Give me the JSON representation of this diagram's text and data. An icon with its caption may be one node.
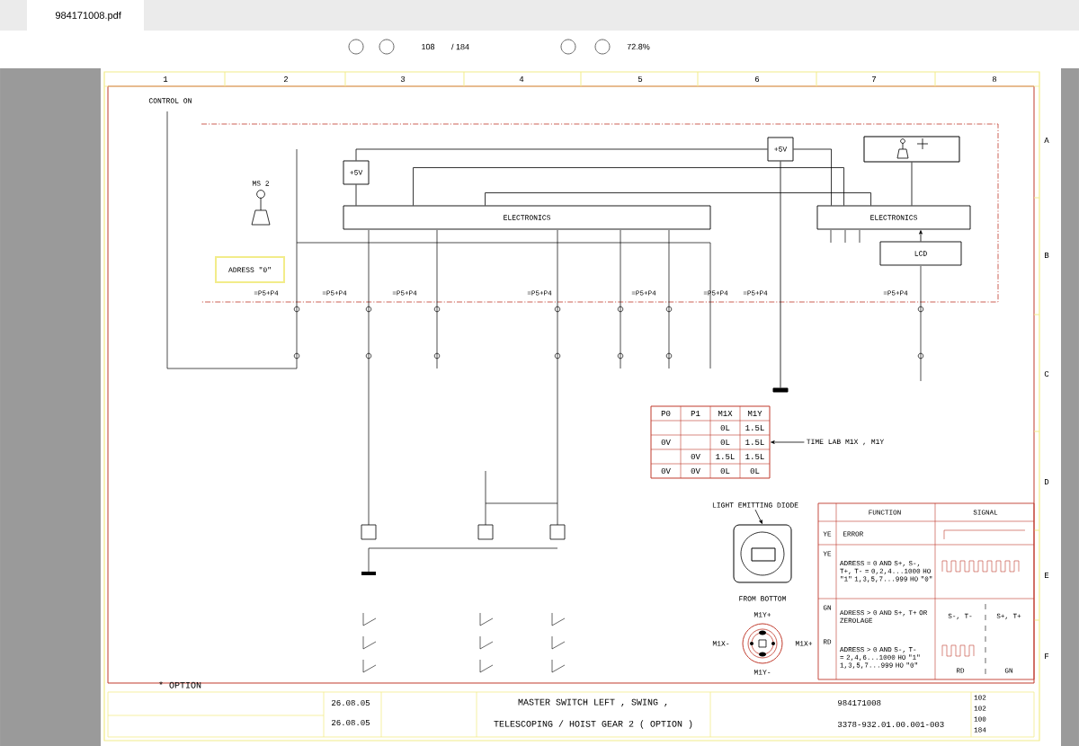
{
  "diagram": {
    "nodes": [
      {
        "text": [
          "+5V"
        ]
      },
      {
        "text": [
          "ELECTRONICS"
        ]
      },
      {
        "text": [
          "+5V"
        ]
      },
      {
        "text": [],
        "shape": "box"
      },
      {
        "text": [
          "ELECTRONICS"
        ]
      },
      {
        "text": [
          "LCD"
        ]
      },
      {
        "text": [
          "ADRESS \"0\""
        ]
      },
      {
        "text": [],
        "shape": "box"
      },
      {
        "text": [
          "TIME LAB M1X , M1Y"
        ]
      },
      {
        "text": [
          "LIGHT EMITTING DIODE"
        ]
      },
      {
        "text": [],
        "shape": "picture",
        "beside": [
          "FROM BOTTOM"
        ]
      },
      {
        "text": [],
        "shape": "circle",
        "beside": [
          "M1Y+",
          "M1X-",
          "M1X+",
          "M1Y-"
        ]
      },
      {
        "text": [],
        "shape": "bar"
      }
    ],
    "edges": [
      {
        "from": 0,
        "to": 1,
        "arrow": "none"
      },
      {
        "from": 2,
        "to": 4,
        "arrow": "none"
      },
      {
        "from": 3,
        "to": 4,
        "arrow": "none"
      },
      {
        "from": 5,
        "to": 4,
        "arrow": "to"
      },
      {
        "from": 0,
        "to": 2,
        "arrow": "none"
      },
      {
        "from": 8,
        "to": 7,
        "arrow": "to"
      },
      {
        "from": 9,
        "to": 10,
        "arrow": "to"
      },
      {
        "from": 1,
        "to": 4,
        "arrow": "none"
      },
      {
        "from": 1,
        "to": 4,
        "arrow": "none"
      },
      {
        "from": 2,
        "to": 12,
        "arrow": "none"
      }
    ],
    "labels": [
      "984171008.pdf",
      "108",
      "/ 184",
      "72.8%",
      "1",
      "2",
      "3",
      "4",
      "5",
      "6",
      "7",
      "8",
      "CONTROL ON",
      "MS 2",
      "=P5+P4",
      "=P5+P4",
      "=P5+P4",
      "=P5+P4",
      "=P5+P4",
      "=P5+P4",
      "=P5+P4",
      "=P5+P4",
      "A",
      "B",
      "C",
      "D",
      "E",
      "F",
      "P0",
      "P1",
      "M1X",
      "M1Y",
      "0L",
      "1.5L",
      "0V",
      "0L",
      "1.5L",
      "0V",
      "1.5L",
      "1.5L",
      "0V",
      "0V",
      "0L",
      "0L",
      "FUNCTION",
      "SIGNAL",
      "YE",
      "ERROR",
      "YE",
      "ADRESS = 0 AND S+, S-, T+, T- = 0,2,4...1000 HO \"1\" 1,3,5,7...999 HO \"0\"",
      "GN",
      "ADRESS > 0 AND S+, T+ OR ZEROLAGE",
      "RD",
      "ADRESS > 0 AND S-, T- = 2,4,6...1000 HO \"1\" 1,3,5,7...999 HO \"0\"",
      "S-, T-",
      "S+, T+",
      "RD",
      "GN",
      "* OPTION",
      "26.08.05",
      "26.08.05",
      "MASTER SWITCH LEFT , SWING ,",
      "TELESCOPING / HOIST GEAR 2 ( OPTION )",
      "984171008",
      "3378-932.01.00.001-003",
      "102",
      "102",
      "100",
      "184"
    ]
  }
}
